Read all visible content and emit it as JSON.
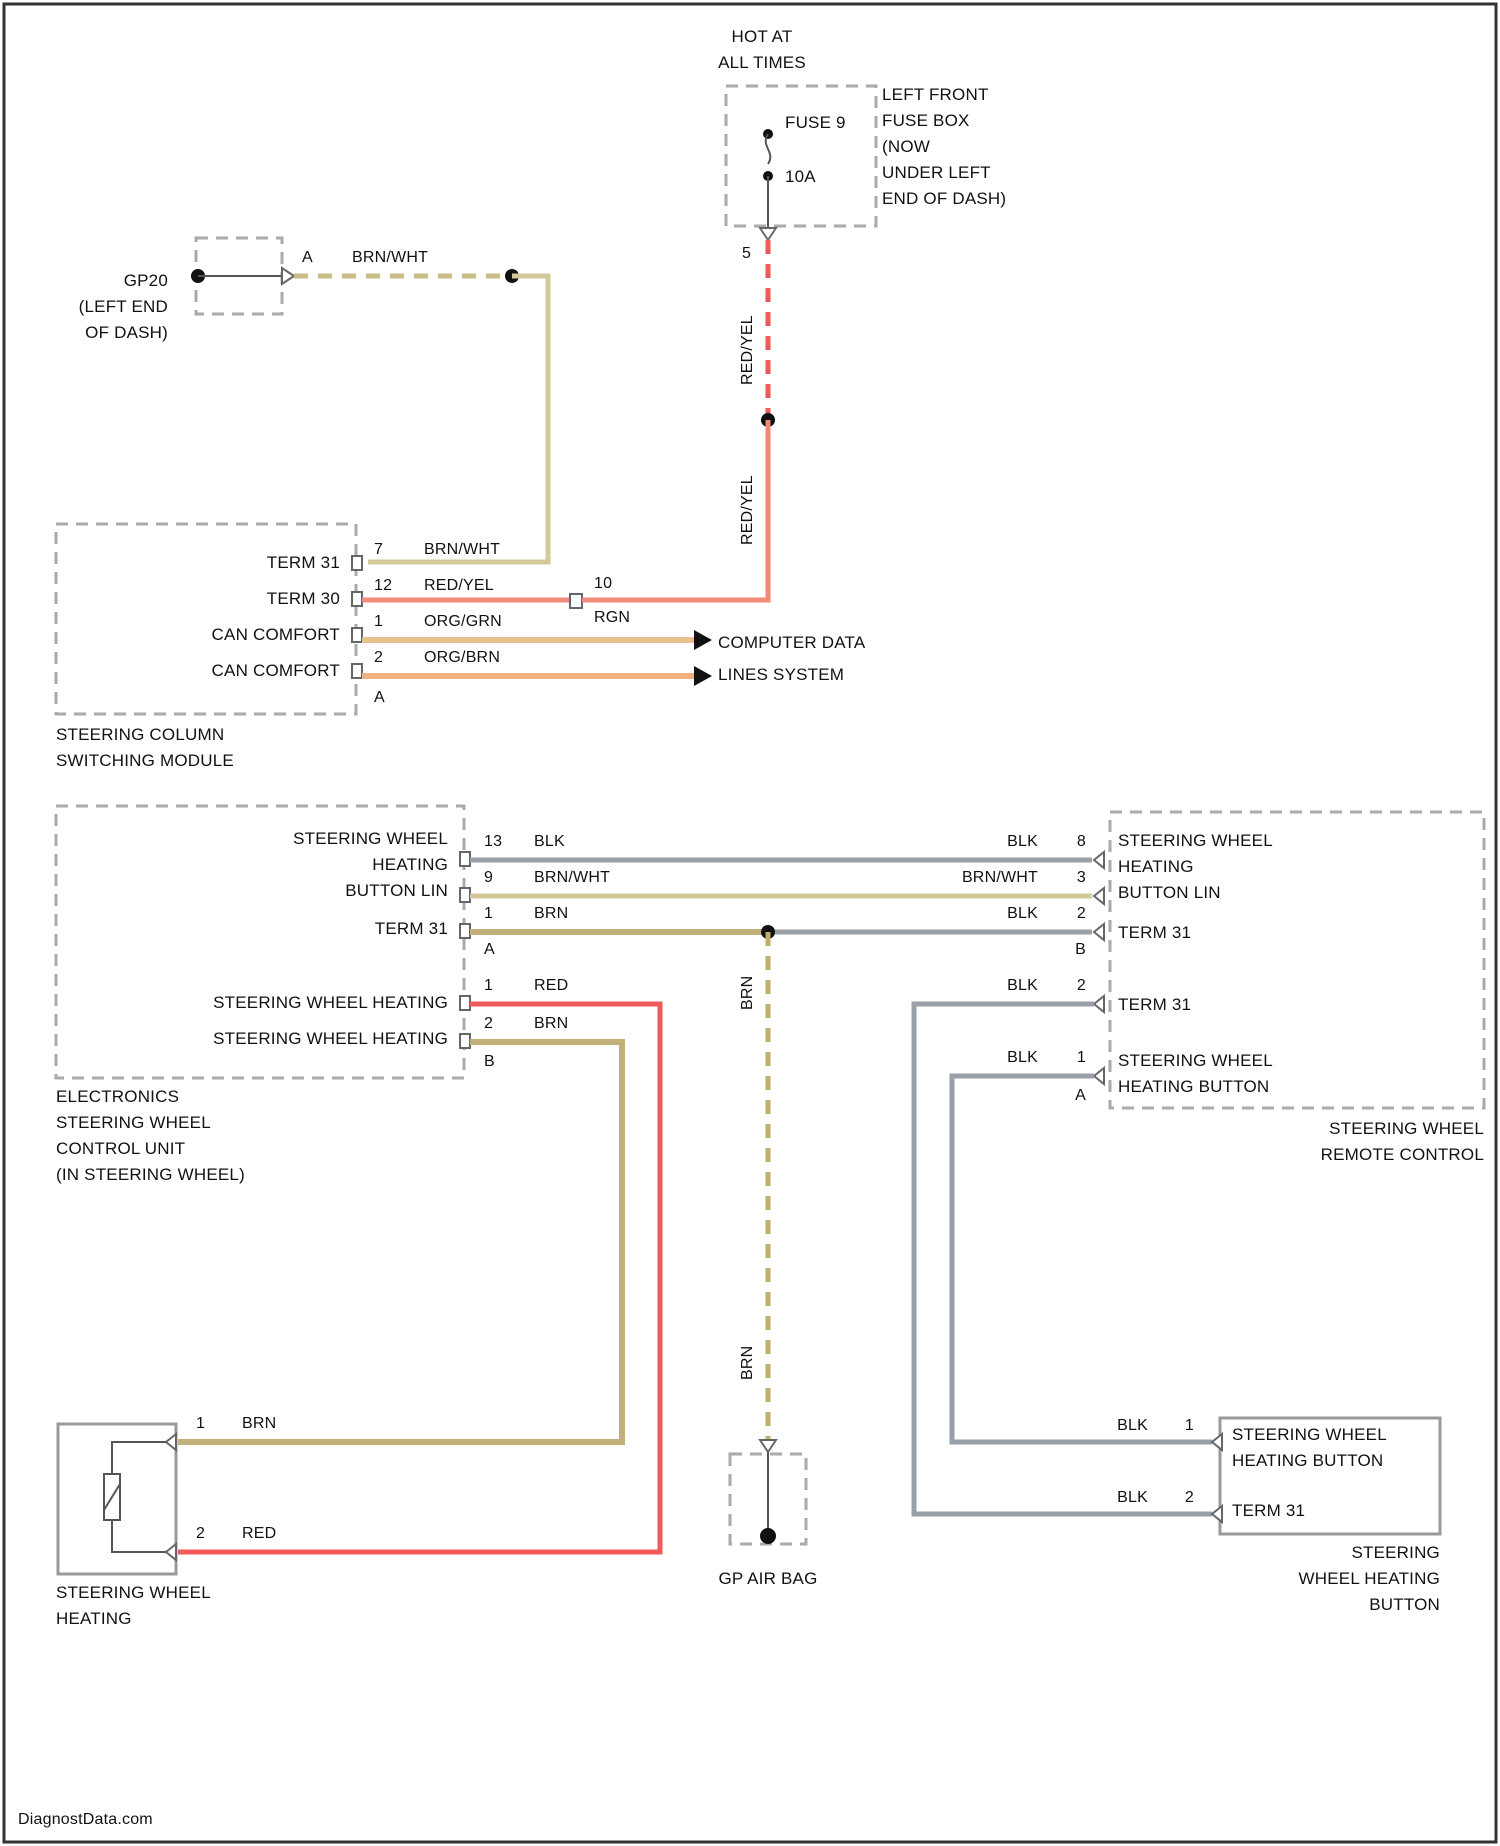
{
  "power": {
    "header_line1": "HOT AT",
    "header_line2": "ALL TIMES",
    "fuse_label": "FUSE 9",
    "fuse_rating": "10A",
    "fuse_box_line1": "LEFT FRONT",
    "fuse_box_line2": "FUSE BOX",
    "fuse_box_line3": "(NOW",
    "fuse_box_line4": "UNDER LEFT",
    "fuse_box_line5": "END OF DASH)",
    "fuse_pin": "5",
    "wire_upper": "RED/YEL",
    "wire_lower": "RED/YEL"
  },
  "ground_gp20": {
    "line1": "GP20",
    "line2": "(LEFT END",
    "line3": "OF DASH)",
    "pin": "A",
    "wire": "BRN/WHT"
  },
  "scm": {
    "name_line1": "STEERING COLUMN",
    "name_line2": "SWITCHING MODULE",
    "pins": [
      {
        "label": "TERM 31",
        "num": "7",
        "wire": "BRN/WHT"
      },
      {
        "label": "TERM 30",
        "num": "12",
        "wire": "RED/YEL"
      },
      {
        "label": "CAN COMFORT",
        "num": "1",
        "wire": "ORG/GRN"
      },
      {
        "label": "CAN COMFORT",
        "num": "2",
        "wire": "ORG/BRN"
      }
    ],
    "connector": "A",
    "inline_pin": "10",
    "inline_label": "RGN",
    "arrow1": "COMPUTER DATA",
    "arrow2": "LINES SYSTEM"
  },
  "eswcu": {
    "name_line1": "ELECTRONICS",
    "name_line2": "STEERING WHEEL",
    "name_line3": "CONTROL UNIT",
    "name_line4": "(IN STEERING WHEEL)",
    "label_swh1": "STEERING WHEEL",
    "label_swh2": "HEATING",
    "label_swh3": "BUTTON LIN",
    "label_term31": "TERM 31",
    "label_heat1": "STEERING WHEEL HEATING",
    "label_heat2": "STEERING WHEEL HEATING",
    "pin_13": "13",
    "pin_9": "9",
    "pin_1a": "1",
    "conn_a": "A",
    "pin_1b": "1",
    "pin_2b": "2",
    "conn_b": "B",
    "w1": "BLK",
    "w2": "BRN/WHT",
    "w3": "BRN",
    "w4": "RED",
    "w5": "BRN"
  },
  "remote": {
    "name_line1": "STEERING WHEEL",
    "name_line2": "REMOTE CONTROL",
    "label_swh1": "STEERING WHEEL",
    "label_swh2": "HEATING",
    "label_swh3": "BUTTON LIN",
    "label_term31a": "TERM 31",
    "label_term31b": "TERM 31",
    "label_btn1": "STEERING WHEEL",
    "label_btn2": "HEATING BUTTON",
    "pin_8": "8",
    "pin_3": "3",
    "pin_2": "2",
    "conn_b": "B",
    "pin_2a": "2",
    "pin_1a": "1",
    "conn_a": "A",
    "w1": "BLK",
    "w2": "BRN/WHT",
    "w3": "BLK",
    "w4": "BLK",
    "w5": "BLK"
  },
  "center": {
    "wire_upper": "BRN",
    "wire_lower": "BRN",
    "ground": "GP AIR BAG"
  },
  "heater": {
    "name_line1": "STEERING WHEEL",
    "name_line2": "HEATING",
    "pin1": "1",
    "pin2": "2",
    "w1": "BRN",
    "w2": "RED"
  },
  "button": {
    "name_line1": "STEERING",
    "name_line2": "WHEEL HEATING",
    "name_line3": "BUTTON",
    "label_btn1": "STEERING WHEEL",
    "label_btn2": "HEATING BUTTON",
    "label_term31": "TERM 31",
    "pin1": "1",
    "pin2": "2",
    "w1": "BLK",
    "w2": "BLK"
  },
  "footer": {
    "watermark": "DiagnostData.com"
  },
  "colors": {
    "brn_wht": "#d4c99a",
    "red_yel": "#f28a7a",
    "red": "#f05a5a",
    "blk": "#9aa0a8",
    "brn": "#c2b07a"
  }
}
